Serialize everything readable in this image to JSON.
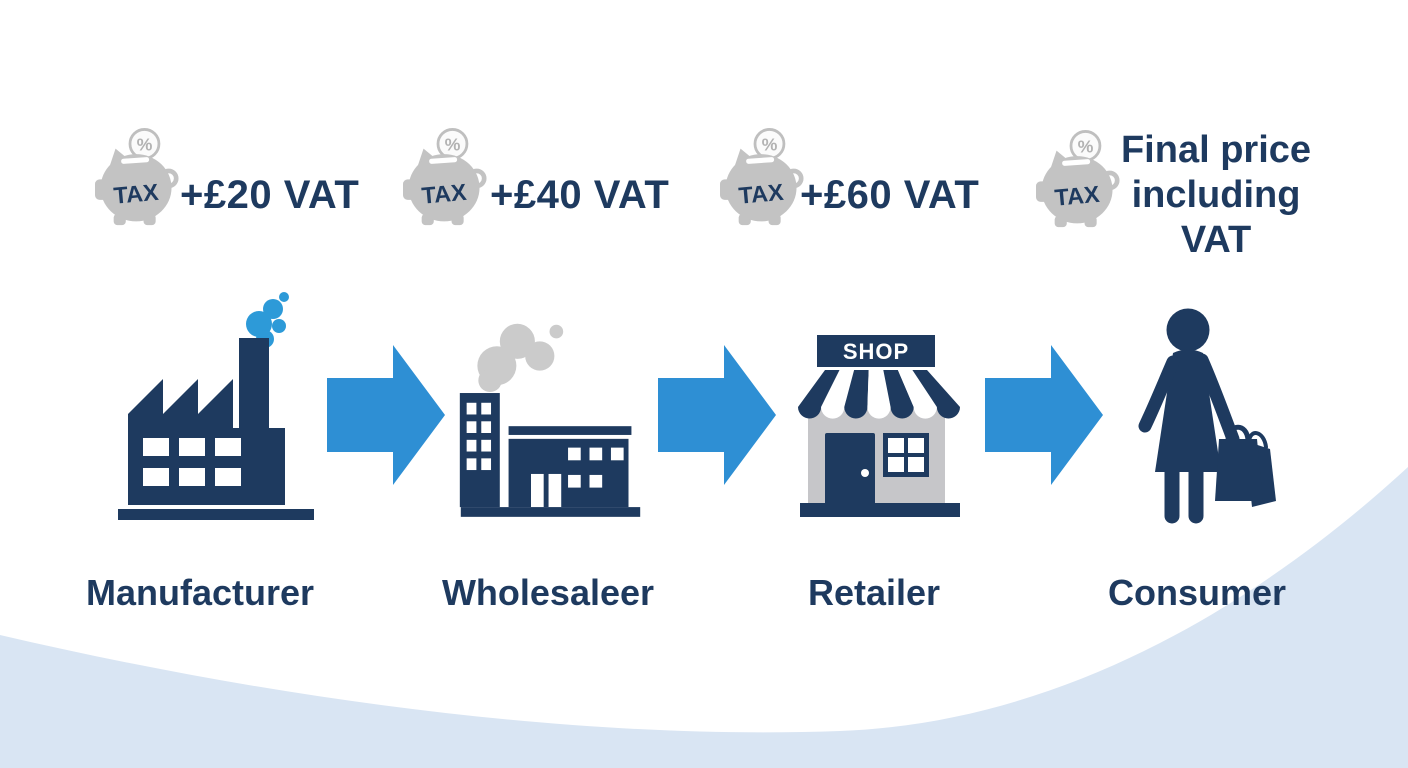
{
  "palette": {
    "navy": "#1e3a5f",
    "arrow_blue": "#2e8fd4",
    "smoke_blue": "#2d9ad8",
    "pig_gray": "#c3c3c3",
    "smoke_gray": "#cbcbcb",
    "shop_body_gray": "#c6c6c9",
    "wave_light_blue": "#d9e5f3",
    "background": "#ffffff"
  },
  "decor": {
    "percent": "%"
  },
  "stages": [
    {
      "label": "Manufacturer",
      "tax_badge": "TAX",
      "tax_text": "+£20 VAT"
    },
    {
      "label": "Wholesaleer",
      "tax_badge": "TAX",
      "tax_text": "+£40 VAT"
    },
    {
      "label": "Retailer",
      "tax_badge": "TAX",
      "tax_text": "+£60 VAT",
      "shop_sign": "SHOP"
    },
    {
      "label": "Consumer",
      "tax_badge": "TAX",
      "tax_text": "Final price including VAT",
      "tax_lines": [
        "Final price",
        "including",
        "VAT"
      ]
    }
  ]
}
